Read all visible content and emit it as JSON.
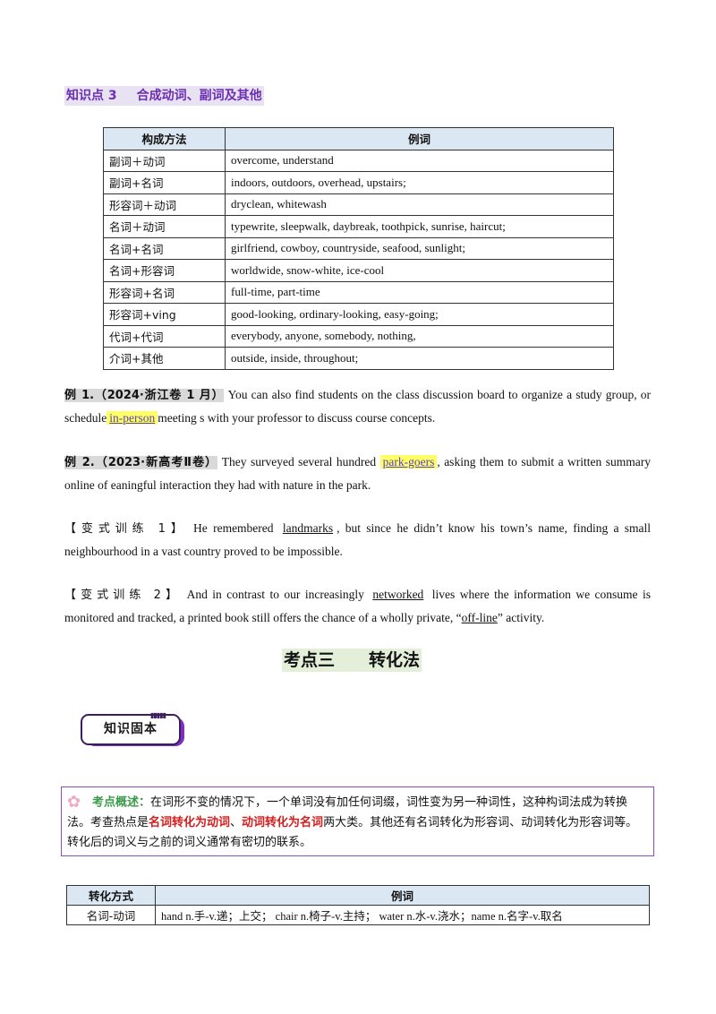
{
  "section_heading": {
    "number": "知识点 3",
    "title": "合成动词、副词及其他"
  },
  "table1": {
    "headers": [
      "构成方法",
      "例词"
    ],
    "rows": [
      [
        "副词＋动词",
        "overcome, understand"
      ],
      [
        "副词+名词",
        "indoors,  outdoors,  overhead,  upstairs;"
      ],
      [
        "形容词＋动词",
        "dryclean, whitewash"
      ],
      [
        "名词＋动词",
        "typewrite, sleepwalk,  daybreak,  toothpick,  sunrise,  haircut;"
      ],
      [
        "名词+名词",
        "girlfriend,  cowboy,  countryside,  seafood,  sunlight;"
      ],
      [
        "名词+形容词",
        "worldwide,  snow-white,  ice-cool"
      ],
      [
        "形容词+名词",
        "full-time,  part-time"
      ],
      [
        "形容词+ving",
        "good-looking,  ordinary-looking,  easy-going;"
      ],
      [
        "代词+代词",
        "everybody,  anyone,  somebody,  nothing,"
      ],
      [
        "介词+其他",
        "outside,  inside,  throughout;"
      ]
    ]
  },
  "example1": {
    "label": "例 1.（2024·浙江卷 1 月）",
    "text_before": "You can also find students on the class discussion board to organize a study group, or schedule",
    "answer": "in-person",
    "text_after": "meeting s with your professor to discuss course concepts."
  },
  "example2": {
    "label": "例 2.（2023·新高考Ⅱ卷）",
    "text_before": "They surveyed several hundred",
    "answer": "park-goers",
    "text_after": ", asking them to submit a written summary online of eaningful interaction they had with nature in the park."
  },
  "practice1": {
    "label": "【变式训练 1】",
    "text_before": "He remembered",
    "answer": "landmarks",
    "text_after": ", but since he didn’t know his town’s name, finding a small neighbourhood in a vast country proved to be impossible."
  },
  "practice2": {
    "label": "【变式训练 2】",
    "text_before": "And in contrast to our increasingly",
    "answer": "networked",
    "text_mid": "lives where the information we consume is monitored and tracked, a printed book still offers the chance of a wholly private, “",
    "answer2": "off-line",
    "text_after": "” activity."
  },
  "kaodian": {
    "left": "考点三",
    "right": "转化法"
  },
  "badge": {
    "label": "知识固本"
  },
  "summary": {
    "label": "考点概述：",
    "text1": "在词形不变的情况下，一个单词没有加任何词缀，词性变为另一种词性，这种构词法成为转换法。考查热点是",
    "red1": "名词转化为动词",
    "sep": "、",
    "red2": "动词转化为名词",
    "text2": "两大类。其他还有名词转化为形容词、动词转化为形容词等。转化后的词义与之前的词义通常有密切的联系。"
  },
  "table2": {
    "headers": [
      "转化方式",
      "例词"
    ],
    "rows": [
      [
        "名词-动词",
        "hand  n.手-v.递；上交；   chair  n.椅子-v.主持；   water  n.水-v.浇水；name  n.名字-v.取名"
      ]
    ]
  },
  "colors": {
    "heading_purple": "#6b2fb3",
    "table_header": "#dbe7f3",
    "highlight": "#ffff66",
    "red": "#d61c1c",
    "green": "#3b9a4a"
  }
}
